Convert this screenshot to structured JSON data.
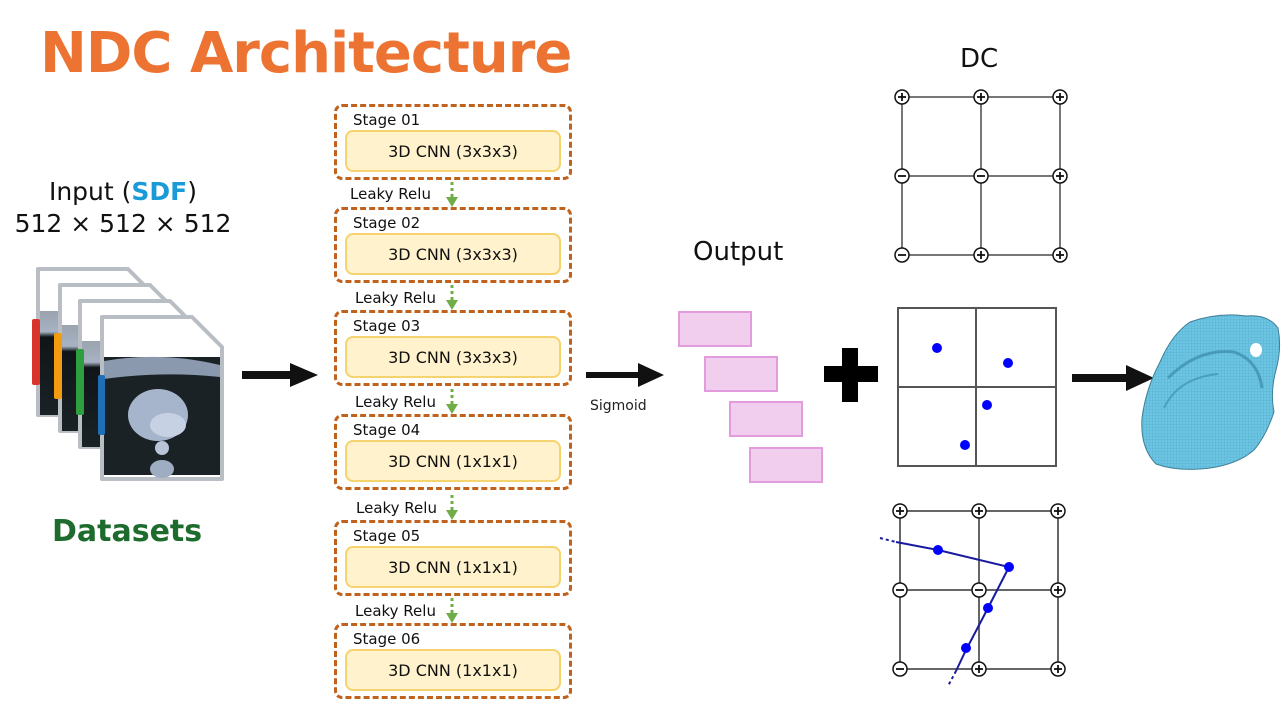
{
  "title": "NDC Architecture",
  "input": {
    "prefix": "Input (",
    "highlight": "SDF",
    "suffix": ")",
    "dimensions": "512 × 512 × 512"
  },
  "datasets_label": "Datasets",
  "dataset_tab_colors": [
    "#D9342B",
    "#F39C12",
    "#2E9E3E",
    "#1F6FB5"
  ],
  "stages": [
    {
      "title": "Stage 01",
      "layer": "3D CNN (3x3x3)"
    },
    {
      "title": "Stage 02",
      "layer": "3D CNN (3x3x3)"
    },
    {
      "title": "Stage 03",
      "layer": "3D CNN (3x3x3)"
    },
    {
      "title": "Stage 04",
      "layer": "3D CNN (1x1x1)"
    },
    {
      "title": "Stage 05",
      "layer": "3D CNN (1x1x1)"
    },
    {
      "title": "Stage 06",
      "layer": "3D CNN (1x1x1)"
    }
  ],
  "activation": "Leaky Relu",
  "output_activation": "Sigmoid",
  "output_label": "Output",
  "dc_label": "DC",
  "dc_signs": [
    [
      "+",
      "+",
      "+"
    ],
    [
      "-",
      "-",
      "+"
    ],
    [
      "-",
      "+",
      "+"
    ]
  ],
  "colors": {
    "title": "#ED7332",
    "sdf": "#1A9BD7",
    "datasets": "#1E6B2E",
    "stage_border": "#C0621E",
    "stage_fill": "#FFF2CC",
    "arrow_green": "#70AD47",
    "output_fill": "#F2CEEE",
    "vertex_blue": "#0000FF",
    "mesh_blue": "#6CC5E3"
  }
}
